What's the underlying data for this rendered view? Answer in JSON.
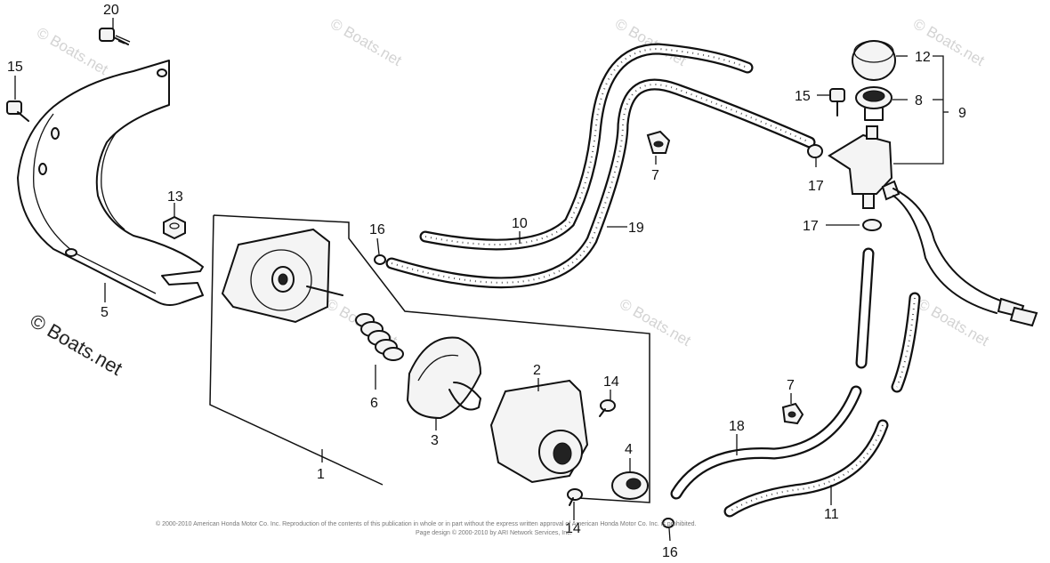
{
  "diagram": {
    "callouts": [
      {
        "id": "c20",
        "label": "20"
      },
      {
        "id": "c15a",
        "label": "15"
      },
      {
        "id": "c5",
        "label": "5"
      },
      {
        "id": "c13",
        "label": "13"
      },
      {
        "id": "c16a",
        "label": "16"
      },
      {
        "id": "c10",
        "label": "10"
      },
      {
        "id": "c19",
        "label": "19"
      },
      {
        "id": "c7a",
        "label": "7"
      },
      {
        "id": "c15b",
        "label": "15"
      },
      {
        "id": "c12",
        "label": "12"
      },
      {
        "id": "c8",
        "label": "8"
      },
      {
        "id": "c9",
        "label": "9"
      },
      {
        "id": "c17a",
        "label": "17"
      },
      {
        "id": "c17b",
        "label": "17"
      },
      {
        "id": "c6",
        "label": "6"
      },
      {
        "id": "c3",
        "label": "3"
      },
      {
        "id": "c2",
        "label": "2"
      },
      {
        "id": "c14a",
        "label": "14"
      },
      {
        "id": "c4",
        "label": "4"
      },
      {
        "id": "c14b",
        "label": "14"
      },
      {
        "id": "c1",
        "label": "1"
      },
      {
        "id": "c7b",
        "label": "7"
      },
      {
        "id": "c18",
        "label": "18"
      },
      {
        "id": "c11",
        "label": "11"
      },
      {
        "id": "c16b",
        "label": "16"
      }
    ]
  },
  "watermark": {
    "text": "© Boats.net",
    "prominent": "© Boats.net"
  },
  "copyright": {
    "line1": "© 2000-2010 American Honda Motor Co. Inc. Reproduction of the contents of this publication in whole or in part without the express written approval of American Honda Motor Co. Inc. is prohibited.",
    "line2": "Page design © 2000-2010 by ARI Network Services, Inc."
  }
}
